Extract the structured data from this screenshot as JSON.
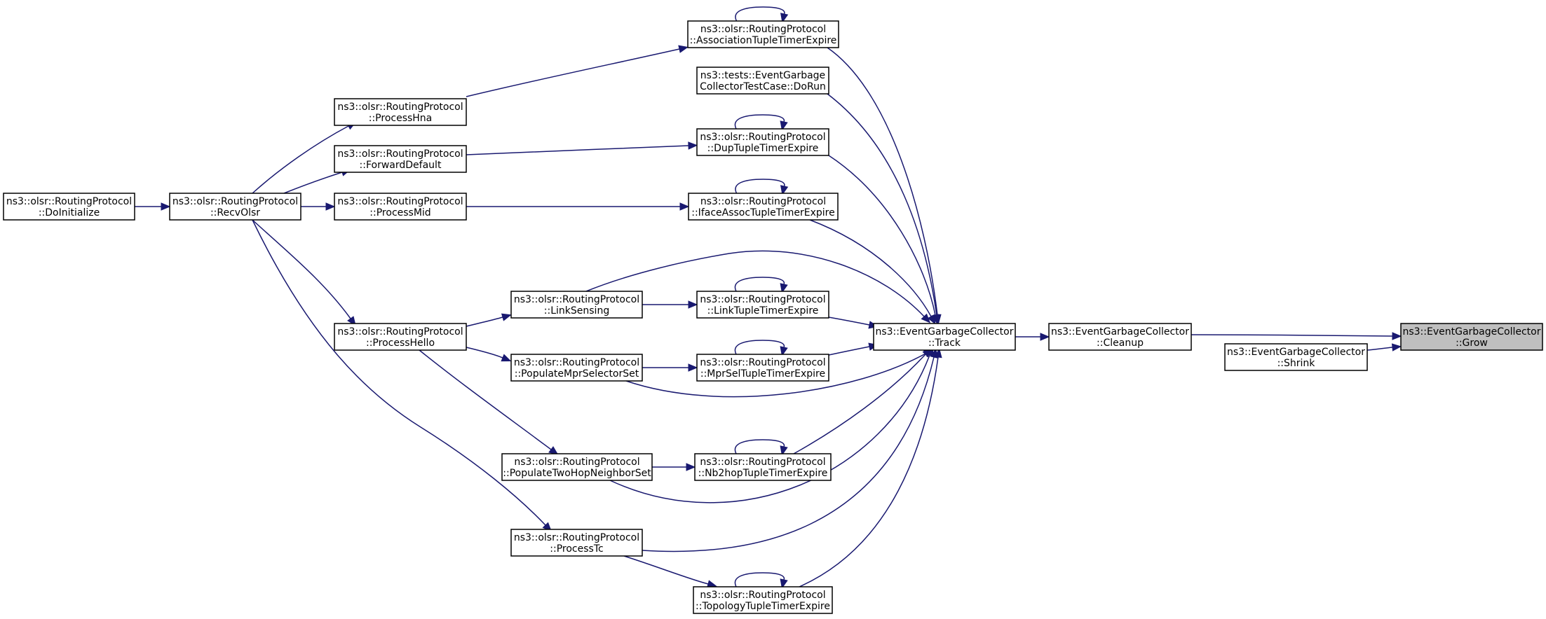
{
  "colors": {
    "edge": "#191970",
    "node_fill": "#ffffff",
    "node_fill_highlight": "#bfbfbf",
    "node_border": "#000000",
    "text": "#000000"
  },
  "nodes": {
    "grow": {
      "line1": "ns3::EventGarbageCollector",
      "line2": "::Grow",
      "highlighted": true
    },
    "cleanup": {
      "line1": "ns3::EventGarbageCollector",
      "line2": "::Cleanup"
    },
    "shrink": {
      "line1": "ns3::EventGarbageCollector",
      "line2": "::Shrink"
    },
    "track": {
      "line1": "ns3::EventGarbageCollector",
      "line2": "::Track"
    },
    "assoc": {
      "line1": "ns3::olsr::RoutingProtocol",
      "line2": "::AssociationTupleTimerExpire"
    },
    "testcase": {
      "line1": "ns3::tests::EventGarbage",
      "line2": "CollectorTestCase::DoRun"
    },
    "dup": {
      "line1": "ns3::olsr::RoutingProtocol",
      "line2": "::DupTupleTimerExpire"
    },
    "iface": {
      "line1": "ns3::olsr::RoutingProtocol",
      "line2": "::IfaceAssocTupleTimerExpire"
    },
    "linktuple": {
      "line1": "ns3::olsr::RoutingProtocol",
      "line2": "::LinkTupleTimerExpire"
    },
    "mprsel": {
      "line1": "ns3::olsr::RoutingProtocol",
      "line2": "::MprSelTupleTimerExpire"
    },
    "nb2hop": {
      "line1": "ns3::olsr::RoutingProtocol",
      "line2": "::Nb2hopTupleTimerExpire"
    },
    "topology": {
      "line1": "ns3::olsr::RoutingProtocol",
      "line2": "::TopologyTupleTimerExpire"
    },
    "linksensing": {
      "line1": "ns3::olsr::RoutingProtocol",
      "line2": "::LinkSensing"
    },
    "popmpr": {
      "line1": "ns3::olsr::RoutingProtocol",
      "line2": "::PopulateMprSelectorSet"
    },
    "poptwohop": {
      "line1": "ns3::olsr::RoutingProtocol",
      "line2": "::PopulateTwoHopNeighborSet"
    },
    "processtc": {
      "line1": "ns3::olsr::RoutingProtocol",
      "line2": "::ProcessTc"
    },
    "processhna": {
      "line1": "ns3::olsr::RoutingProtocol",
      "line2": "::ProcessHna"
    },
    "forward": {
      "line1": "ns3::olsr::RoutingProtocol",
      "line2": "::ForwardDefault"
    },
    "processmid": {
      "line1": "ns3::olsr::RoutingProtocol",
      "line2": "::ProcessMid"
    },
    "processhello": {
      "line1": "ns3::olsr::RoutingProtocol",
      "line2": "::ProcessHello"
    },
    "recvolsr": {
      "line1": "ns3::olsr::RoutingProtocol",
      "line2": "::RecvOlsr"
    },
    "doinit": {
      "line1": "ns3::olsr::RoutingProtocol",
      "line2": "::DoInitialize"
    }
  },
  "edges": [
    {
      "from": "cleanup",
      "to": "grow"
    },
    {
      "from": "shrink",
      "to": "grow"
    },
    {
      "from": "track",
      "to": "cleanup"
    },
    {
      "from": "assoc",
      "to": "track"
    },
    {
      "from": "testcase",
      "to": "track"
    },
    {
      "from": "dup",
      "to": "track"
    },
    {
      "from": "iface",
      "to": "track"
    },
    {
      "from": "linksensing",
      "to": "track"
    },
    {
      "from": "linktuple",
      "to": "track"
    },
    {
      "from": "mprsel",
      "to": "track"
    },
    {
      "from": "popmpr",
      "to": "track"
    },
    {
      "from": "nb2hop",
      "to": "track"
    },
    {
      "from": "poptwohop",
      "to": "track"
    },
    {
      "from": "processtc",
      "to": "track"
    },
    {
      "from": "topology",
      "to": "track"
    },
    {
      "from": "assoc",
      "to": "assoc"
    },
    {
      "from": "dup",
      "to": "dup"
    },
    {
      "from": "iface",
      "to": "iface"
    },
    {
      "from": "linktuple",
      "to": "linktuple"
    },
    {
      "from": "mprsel",
      "to": "mprsel"
    },
    {
      "from": "nb2hop",
      "to": "nb2hop"
    },
    {
      "from": "topology",
      "to": "topology"
    },
    {
      "from": "processhna",
      "to": "assoc"
    },
    {
      "from": "forward",
      "to": "dup"
    },
    {
      "from": "processmid",
      "to": "iface"
    },
    {
      "from": "linksensing",
      "to": "linktuple"
    },
    {
      "from": "popmpr",
      "to": "mprsel"
    },
    {
      "from": "poptwohop",
      "to": "nb2hop"
    },
    {
      "from": "processtc",
      "to": "topology"
    },
    {
      "from": "recvolsr",
      "to": "processhna"
    },
    {
      "from": "recvolsr",
      "to": "forward"
    },
    {
      "from": "recvolsr",
      "to": "processmid"
    },
    {
      "from": "recvolsr",
      "to": "processhello"
    },
    {
      "from": "recvolsr",
      "to": "processtc"
    },
    {
      "from": "processhello",
      "to": "linksensing"
    },
    {
      "from": "processhello",
      "to": "popmpr"
    },
    {
      "from": "processhello",
      "to": "poptwohop"
    },
    {
      "from": "doinit",
      "to": "recvolsr"
    }
  ]
}
